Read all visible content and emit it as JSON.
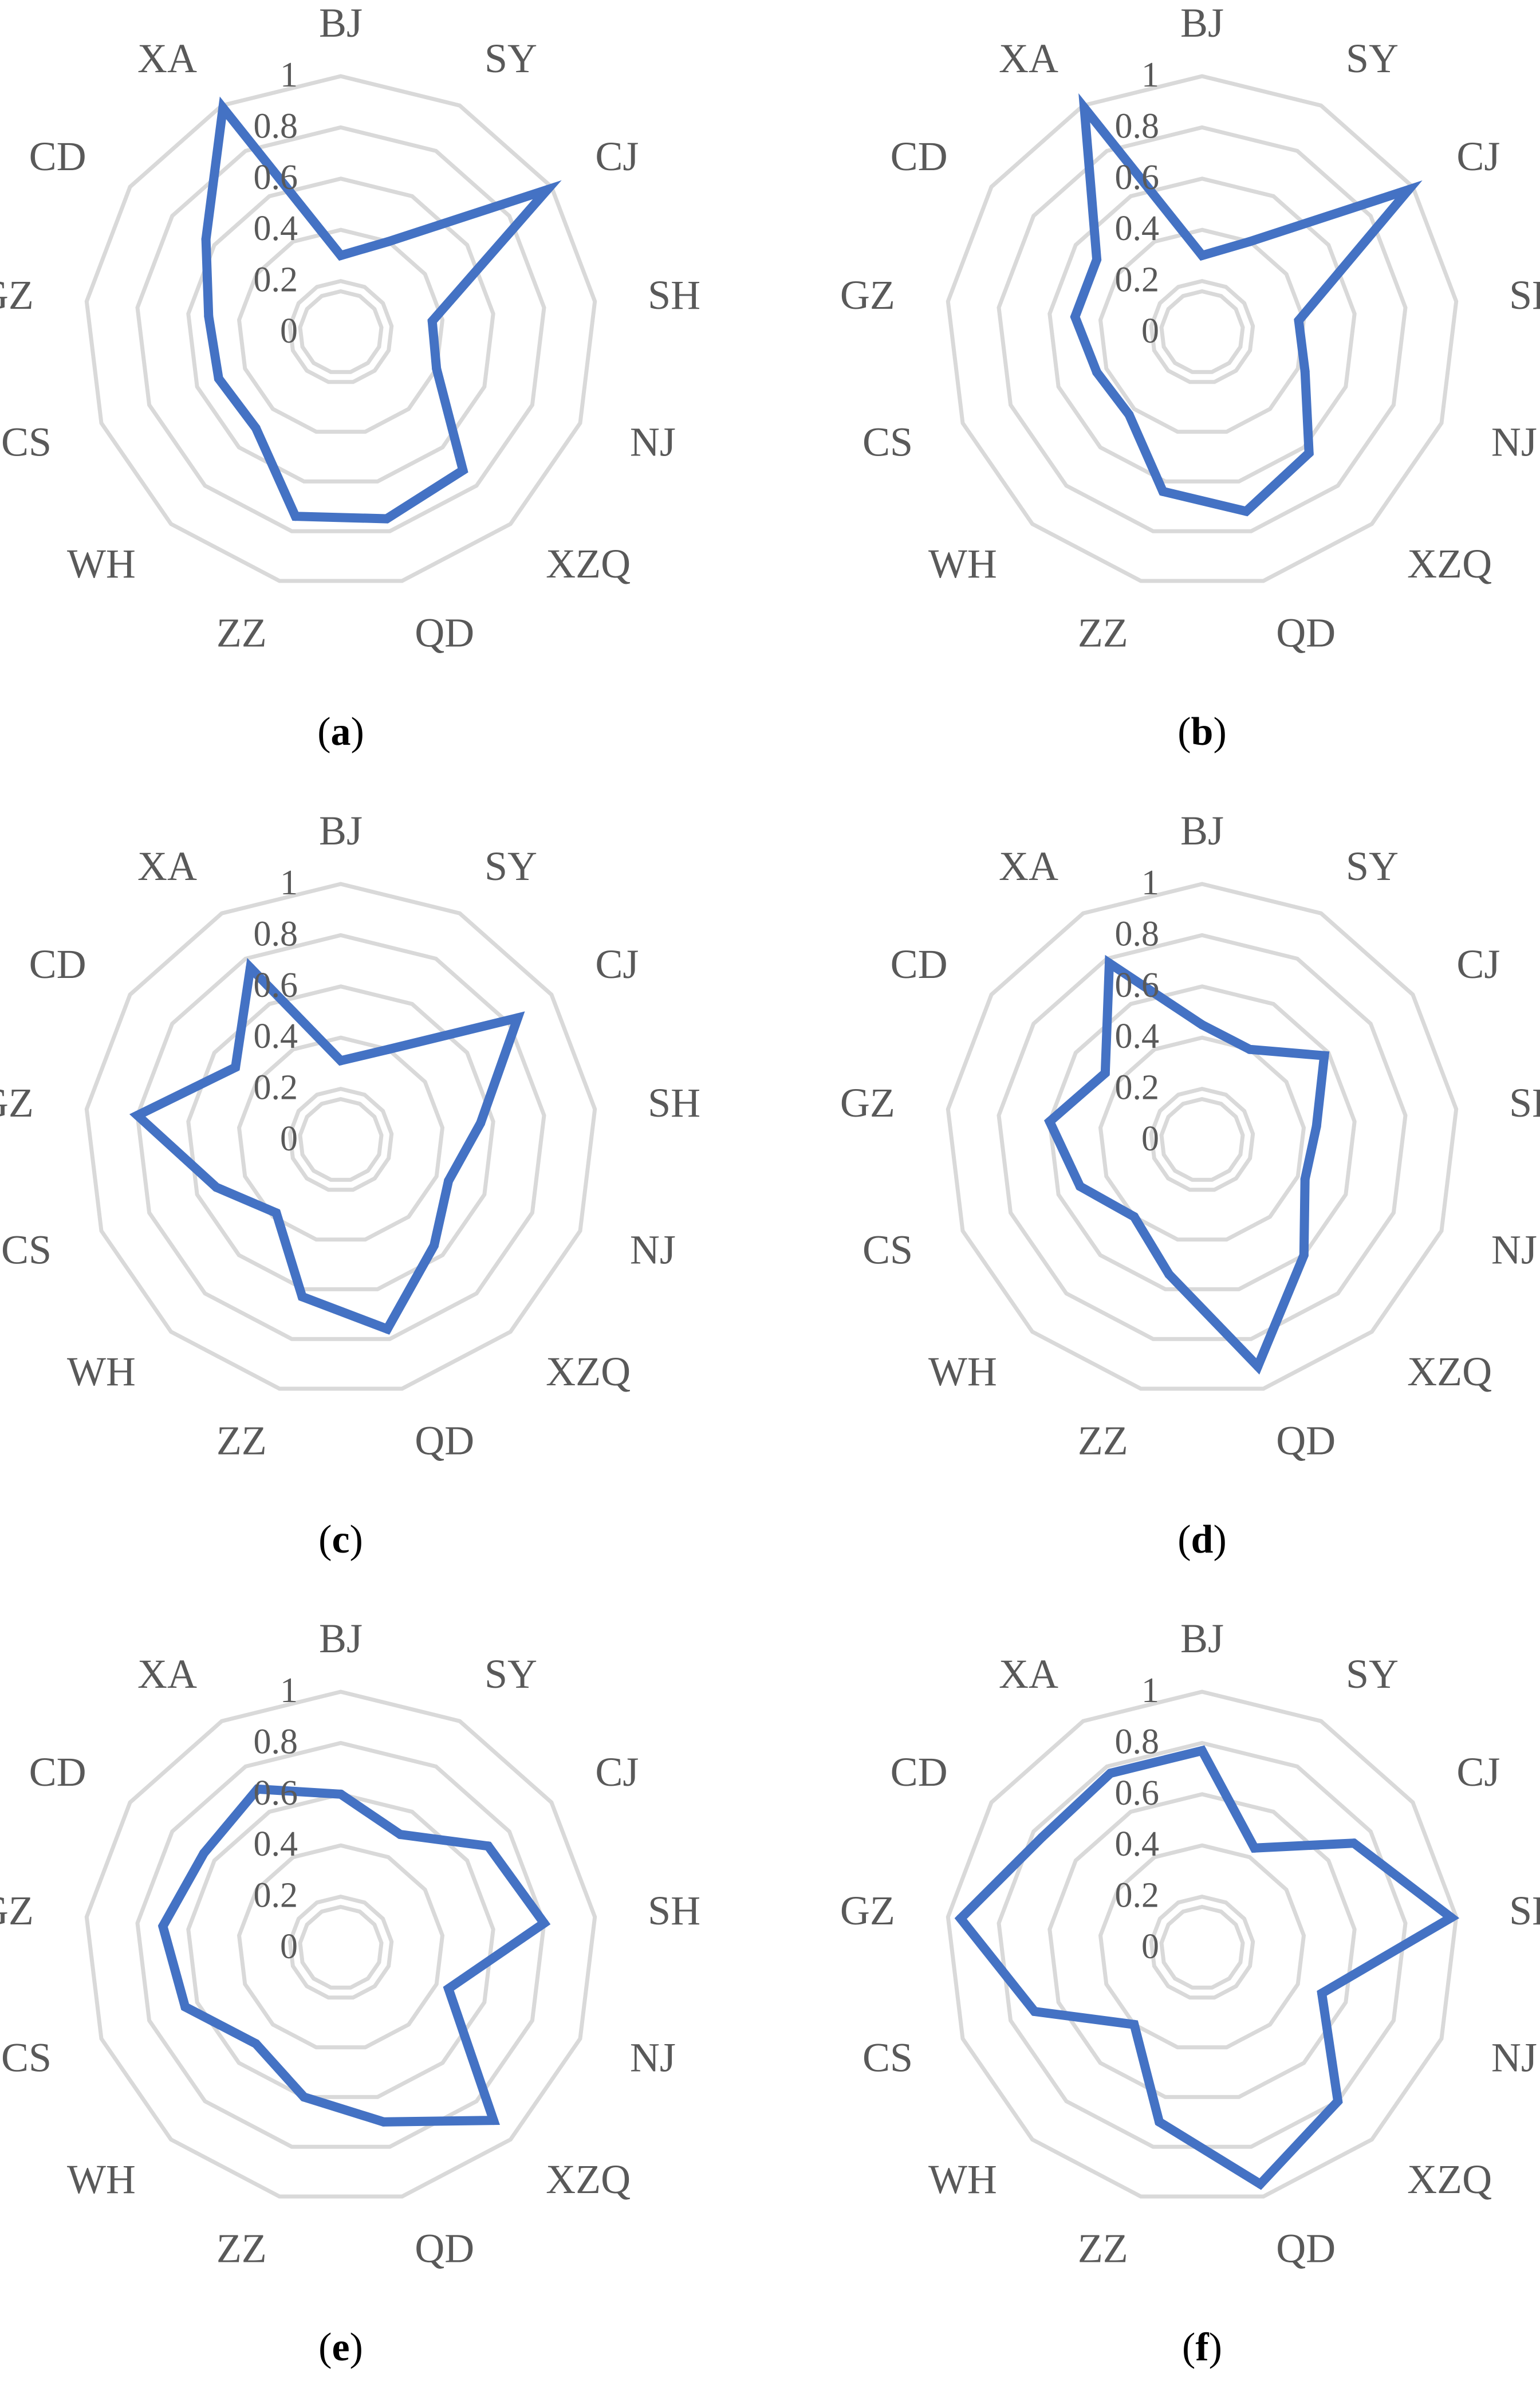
{
  "colors": {
    "series": "#4472c4",
    "grid": "#d9d9d9",
    "label": "#595959"
  },
  "chart_data": [
    {
      "type": "radar",
      "caption": "a",
      "categories": [
        "BJ",
        "SY",
        "CJ",
        "SH",
        "NJ",
        "XZQ",
        "QD",
        "ZZ",
        "WH",
        "CS",
        "GZ",
        "CD",
        "XA"
      ],
      "ticks": [
        "0",
        "0.2",
        "0.4",
        "0.6",
        "0.8",
        "1"
      ],
      "rlim": [
        0,
        1
      ],
      "values": [
        0.3,
        0.4,
        0.98,
        0.36,
        0.4,
        0.72,
        0.75,
        0.74,
        0.5,
        0.51,
        0.52,
        0.64,
        0.99
      ]
    },
    {
      "type": "radar",
      "caption": "b",
      "categories": [
        "BJ",
        "SY",
        "CJ",
        "SH",
        "NJ",
        "XZQ",
        "QD",
        "ZZ",
        "WH",
        "CS",
        "GZ",
        "CD",
        "XA"
      ],
      "ticks": [
        "0",
        "0.2",
        "0.4",
        "0.6",
        "0.8",
        "1"
      ],
      "rlim": [
        0,
        1
      ],
      "values": [
        0.3,
        0.4,
        0.98,
        0.38,
        0.43,
        0.63,
        0.72,
        0.64,
        0.43,
        0.44,
        0.5,
        0.5,
        0.99
      ]
    },
    {
      "type": "radar",
      "caption": "c",
      "categories": [
        "BJ",
        "SY",
        "CJ",
        "SH",
        "NJ",
        "XZQ",
        "QD",
        "ZZ",
        "WH",
        "CS",
        "GZ",
        "CD",
        "XA"
      ],
      "ticks": [
        "0",
        "0.2",
        "0.4",
        "0.6",
        "0.8",
        "1"
      ],
      "rlim": [
        0,
        1
      ],
      "values": [
        0.31,
        0.4,
        0.84,
        0.55,
        0.45,
        0.55,
        0.76,
        0.63,
        0.38,
        0.52,
        0.8,
        0.5,
        0.76
      ]
    },
    {
      "type": "radar",
      "caption": "d",
      "categories": [
        "BJ",
        "SY",
        "CJ",
        "SH",
        "NJ",
        "XZQ",
        "QD",
        "ZZ",
        "WH",
        "CS",
        "GZ",
        "CD",
        "XA"
      ],
      "ticks": [
        "0",
        "0.2",
        "0.4",
        "0.6",
        "0.8",
        "1"
      ],
      "rlim": [
        0,
        1
      ],
      "values": [
        0.45,
        0.4,
        0.58,
        0.45,
        0.43,
        0.6,
        0.91,
        0.54,
        0.4,
        0.51,
        0.6,
        0.46,
        0.78
      ]
    },
    {
      "type": "radar",
      "caption": "e",
      "categories": [
        "BJ",
        "SY",
        "CJ",
        "SH",
        "NJ",
        "XZQ",
        "QD",
        "ZZ",
        "WH",
        "CS",
        "GZ",
        "CD",
        "XA"
      ],
      "ticks": [
        "0",
        "0.2",
        "0.4",
        "0.6",
        "0.8",
        "1"
      ],
      "rlim": [
        0,
        1
      ],
      "values": [
        0.6,
        0.5,
        0.7,
        0.8,
        0.45,
        0.9,
        0.7,
        0.6,
        0.5,
        0.65,
        0.7,
        0.65,
        0.7
      ]
    },
    {
      "type": "radar",
      "caption": "f",
      "categories": [
        "BJ",
        "SY",
        "CJ",
        "SH",
        "NJ",
        "XZQ",
        "QD",
        "ZZ",
        "WH",
        "CS",
        "GZ",
        "CD",
        "XA"
      ],
      "ticks": [
        "0",
        "0.2",
        "0.4",
        "0.6",
        "0.8",
        "1"
      ],
      "rlim": [
        0,
        1
      ],
      "values": [
        0.77,
        0.44,
        0.72,
        0.98,
        0.5,
        0.8,
        0.95,
        0.7,
        0.4,
        0.7,
        0.95,
        0.76,
        0.77
      ]
    }
  ]
}
